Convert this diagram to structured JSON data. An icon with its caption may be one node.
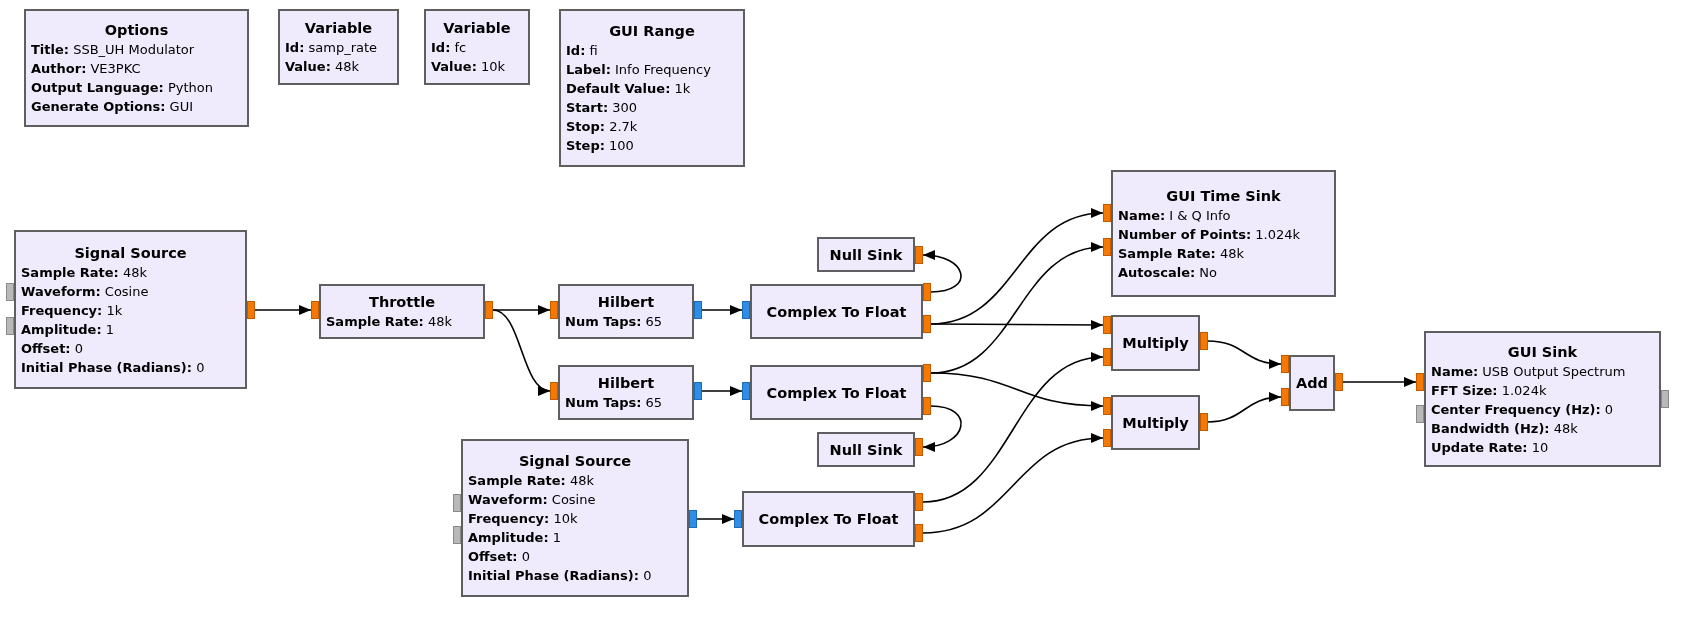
{
  "diagram": {
    "nodes": [
      {
        "text": [
          "Options",
          "**Title:** SSB_UH Modulator",
          "**Author:** VE3PKC",
          "**Output Language:** Python",
          "**Generate Options:** GUI"
        ]
      },
      {
        "text": [
          "Variable",
          "**Id:** samp_rate",
          "**Value:** 48k"
        ]
      },
      {
        "text": [
          "Variable",
          "**Id:** fc",
          "**Value:** 10k"
        ]
      },
      {
        "text": [
          "GUI Range",
          "**Id:** fi",
          "**Label:** Info Frequency",
          "**Default Value:** 1k",
          "**Start:** 300",
          "**Stop:** 2.7k",
          "**Step:** 100"
        ]
      },
      {
        "text": [
          "Signal Source",
          "**Sample Rate:** 48k",
          "**Waveform:** Cosine",
          "**Frequency:** 1k",
          "**Amplitude:** 1",
          "**Offset:** 0",
          "**Initial Phase (Radians):** 0"
        ]
      },
      {
        "text": [
          "Throttle",
          "**Sample Rate:** 48k"
        ]
      },
      {
        "text": [
          "Hilbert",
          "**Num Taps:** 65"
        ]
      },
      {
        "text": [
          "Hilbert",
          "**Num Taps:** 65"
        ]
      },
      {
        "text": [
          "Complex To Float"
        ]
      },
      {
        "text": [
          "Null Sink"
        ]
      },
      {
        "text": [
          "Complex To Float"
        ]
      },
      {
        "text": [
          "Null Sink"
        ]
      },
      {
        "text": [
          "Signal Source",
          "**Sample Rate:** 48k",
          "**Waveform:** Cosine",
          "**Frequency:** 10k",
          "**Amplitude:** 1",
          "**Offset:** 0",
          "**Initial Phase (Radians):** 0"
        ]
      },
      {
        "text": [
          "Complex To Float"
        ]
      },
      {
        "text": [
          "GUI Time Sink",
          "**Name:** I & Q Info",
          "**Number of Points:** 1.024k",
          "**Sample Rate:** 48k",
          "**Autoscale:** No"
        ]
      },
      {
        "text": [
          "Multiply"
        ]
      },
      {
        "text": [
          "Multiply"
        ]
      },
      {
        "text": [
          "Add"
        ]
      },
      {
        "text": [
          "GUI Sink",
          "**Name:** USB Output Spectrum",
          "**FFT Size:** 1.024k",
          "**Center Frequency (Hz):** 0",
          "**Bandwidth (Hz):** 48k",
          "**Update Rate:** 10"
        ]
      }
    ],
    "edges": [
      {
        "from": 4,
        "to": 5,
        "arrow": "to"
      },
      {
        "from": 5,
        "to": 6,
        "arrow": "to"
      },
      {
        "from": 5,
        "to": 7,
        "arrow": "to"
      },
      {
        "from": 6,
        "to": 8,
        "arrow": "to"
      },
      {
        "from": 7,
        "to": 10,
        "arrow": "to"
      },
      {
        "from": 8,
        "to": 9,
        "arrow": "to"
      },
      {
        "from": 8,
        "to": 14,
        "arrow": "to"
      },
      {
        "from": 8,
        "to": 15,
        "arrow": "to"
      },
      {
        "from": 10,
        "to": 14,
        "arrow": "to"
      },
      {
        "from": 10,
        "to": 16,
        "arrow": "to"
      },
      {
        "from": 10,
        "to": 11,
        "arrow": "to"
      },
      {
        "from": 12,
        "to": 13,
        "arrow": "to"
      },
      {
        "from": 13,
        "to": 15,
        "arrow": "to"
      },
      {
        "from": 13,
        "to": 16,
        "arrow": "to"
      },
      {
        "from": 15,
        "to": 17,
        "arrow": "to"
      },
      {
        "from": 16,
        "to": 17,
        "arrow": "to"
      },
      {
        "from": 17,
        "to": 18,
        "arrow": "to"
      }
    ]
  }
}
